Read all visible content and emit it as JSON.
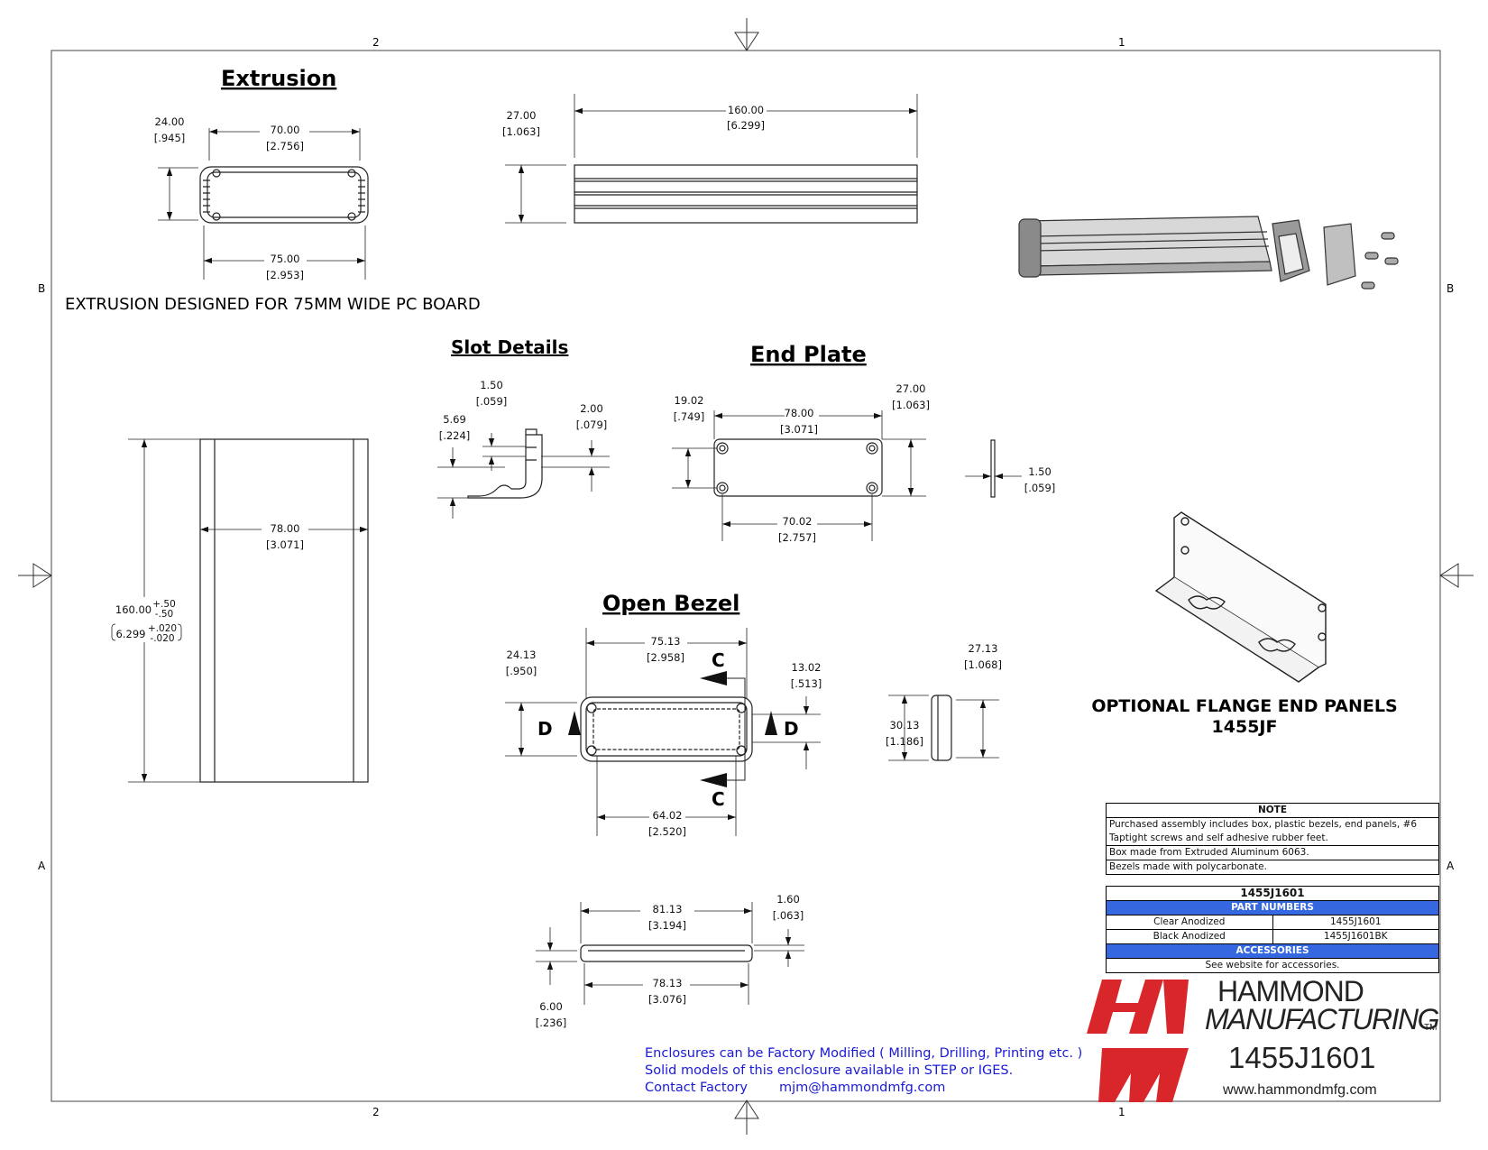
{
  "zones": {
    "top_left": "2",
    "top_right": "1",
    "side_b": "B",
    "side_a": "A"
  },
  "titles": {
    "extrusion": "Extrusion",
    "slot_details": "Slot Details",
    "end_plate": "End Plate",
    "open_bezel": "Open Bezel",
    "extrusion_note": "EXTRUSION DESIGNED FOR 75MM WIDE PC BOARD",
    "flange_line1": "OPTIONAL FLANGE END PANELS",
    "flange_line2": "1455JF"
  },
  "dims": {
    "ext_h": "24.00",
    "ext_h_in": "[.945]",
    "ext_w_in": "70.00",
    "ext_w_in_in": "[2.756]",
    "ext_w_out": "75.00",
    "ext_w_out_in": "[2.953]",
    "side_h": "27.00",
    "side_h_in": "[1.063]",
    "side_len": "160.00",
    "side_len_in": "[6.299]",
    "top_w": "78.00",
    "top_w_in": "[3.071]",
    "top_len": "160.00",
    "top_tol_plus": "+.50",
    "top_tol_minus": "-.50",
    "top_len_in": "6.299",
    "top_tol_in_plus": "+.020",
    "top_tol_in_minus": "-.020",
    "slot_a": "1.50",
    "slot_a_in": "[.059]",
    "slot_b": "5.69",
    "slot_b_in": "[.224]",
    "slot_c": "2.00",
    "slot_c_in": "[.079]",
    "ep_h": "19.02",
    "ep_h_in": "[.749]",
    "ep_w": "78.00",
    "ep_w_in": "[3.071]",
    "ep_h2": "27.00",
    "ep_h2_in": "[1.063]",
    "ep_hole": "70.02",
    "ep_hole_in": "[2.757]",
    "ep_t": "1.50",
    "ep_t_in": "[.059]",
    "bz_h": "24.13",
    "bz_h_in": "[.950]",
    "bz_w": "75.13",
    "bz_w_in": "[2.958]",
    "bz_d": "13.02",
    "bz_d_in": "[.513]",
    "bz_hole": "64.02",
    "bz_hole_in": "[2.520]",
    "bzs_h": "27.13",
    "bzs_h_in": "[1.068]",
    "bzs_h2": "30.13",
    "bzs_h2_in": "[1.186]",
    "bzb_w": "81.13",
    "bzb_w_in": "[3.194]",
    "bzb_t": "1.60",
    "bzb_t_in": "[.063]",
    "bzb_w2": "78.13",
    "bzb_w2_in": "[3.076]",
    "bzb_h": "6.00",
    "bzb_h_in": "[.236]"
  },
  "section_labels": {
    "c": "C",
    "d": "D"
  },
  "note_table": {
    "header": "NOTE",
    "rows": [
      "Purchased assembly includes box, plastic bezels, end panels, #6",
      "Taptight screws and self adhesive rubber feet.",
      "Box made from Extruded Aluminum 6063.",
      "Bezels made with polycarbonate."
    ]
  },
  "parts_table": {
    "title": "1455J1601",
    "part_numbers_header": "PART NUMBERS",
    "rows": [
      {
        "finish": "Clear Anodized",
        "part": "1455J1601"
      },
      {
        "finish": "Black Anodized",
        "part": "1455J1601BK"
      }
    ],
    "accessories_header": "ACCESSORIES",
    "accessories_text": "See website for accessories."
  },
  "footer": {
    "line1": "Enclosures can be Factory Modified ( Milling, Drilling, Printing etc. )",
    "line2": "Solid models of this enclosure available in STEP or IGES.",
    "line3_label": "Contact Factory",
    "line3_email": "mjm@hammondmfg.com"
  },
  "logo": {
    "line1": "HAMMOND",
    "line2": "MANUFACTURING",
    "tm": "TM",
    "part": "1455J1601",
    "url": "www.hammondmfg.com"
  },
  "colors": {
    "accent_blue": "#3567e0",
    "logo_red": "#d9262b",
    "link_blue": "#1a1ad6"
  }
}
